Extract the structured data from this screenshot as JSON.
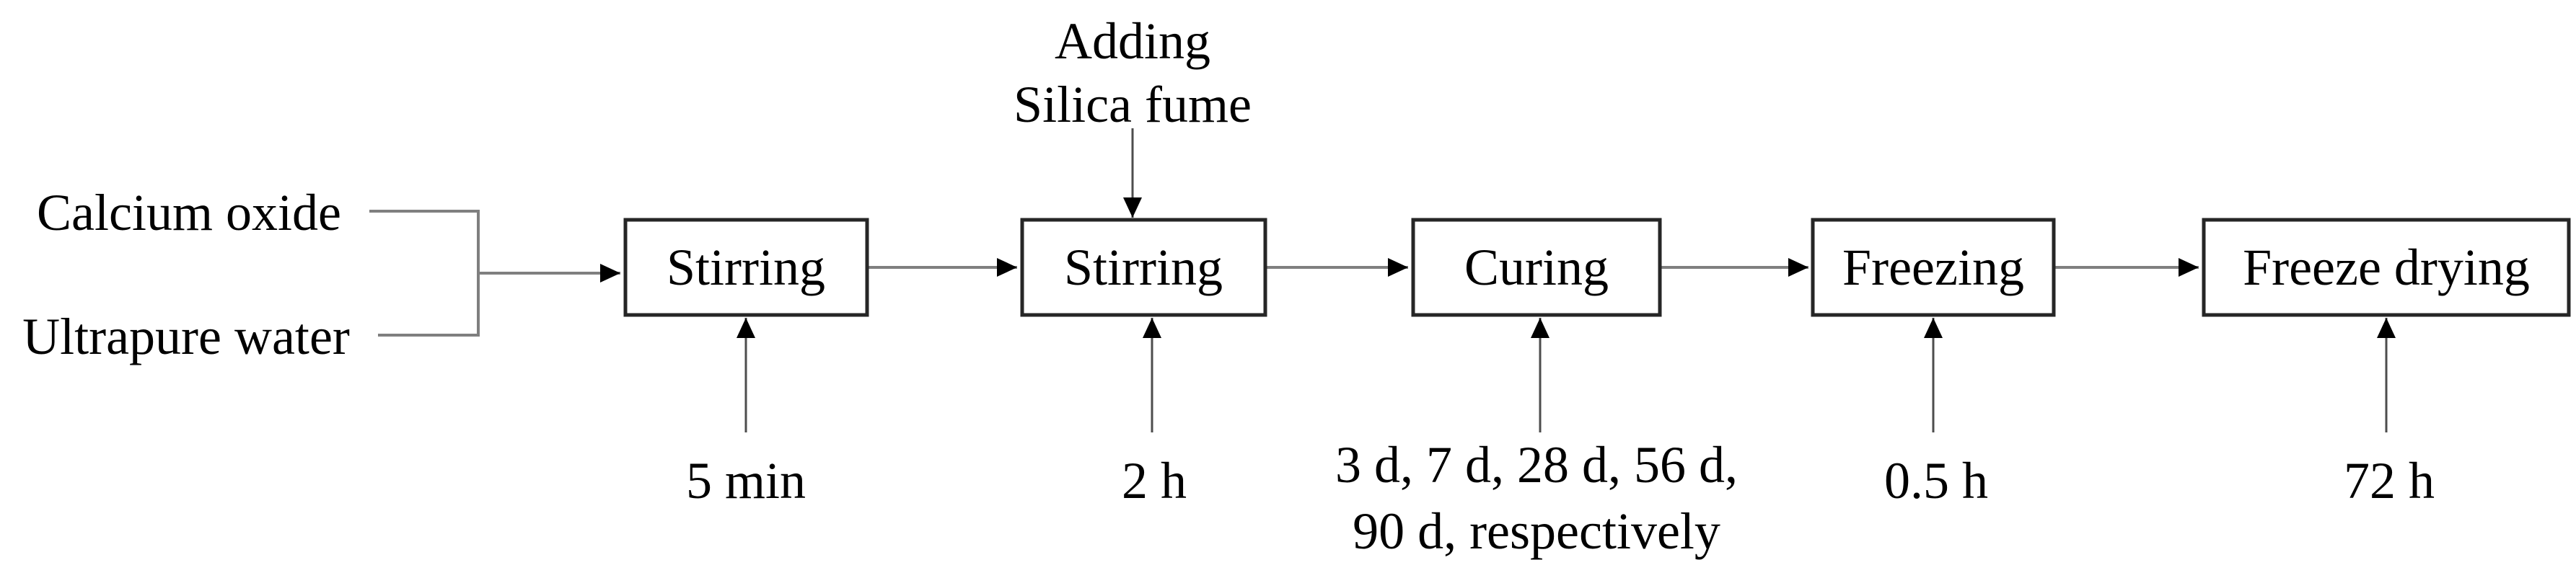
{
  "diagram": {
    "background": "#ffffff",
    "inputs": [
      {
        "label": "Calcium oxide"
      },
      {
        "label": "Ultrapure water"
      }
    ],
    "steps": [
      {
        "label": "Stirring",
        "duration": "5 min"
      },
      {
        "label": "Stirring",
        "duration": "2 h",
        "addition_lines": [
          "Adding",
          "Silica fume"
        ]
      },
      {
        "label": "Curing",
        "duration_lines": [
          "3 d, 7 d, 28 d, 56 d,",
          "90 d, respectively"
        ]
      },
      {
        "label": "Freezing",
        "duration": "0.5 h"
      },
      {
        "label": "Freeze drying",
        "duration": "72 h"
      }
    ],
    "colors": {
      "text": "#000000",
      "box_border": "#262626",
      "connector_line": "#7f7f7f",
      "annotation_line": "#4d4d4d",
      "arrowhead": "#000000"
    }
  }
}
